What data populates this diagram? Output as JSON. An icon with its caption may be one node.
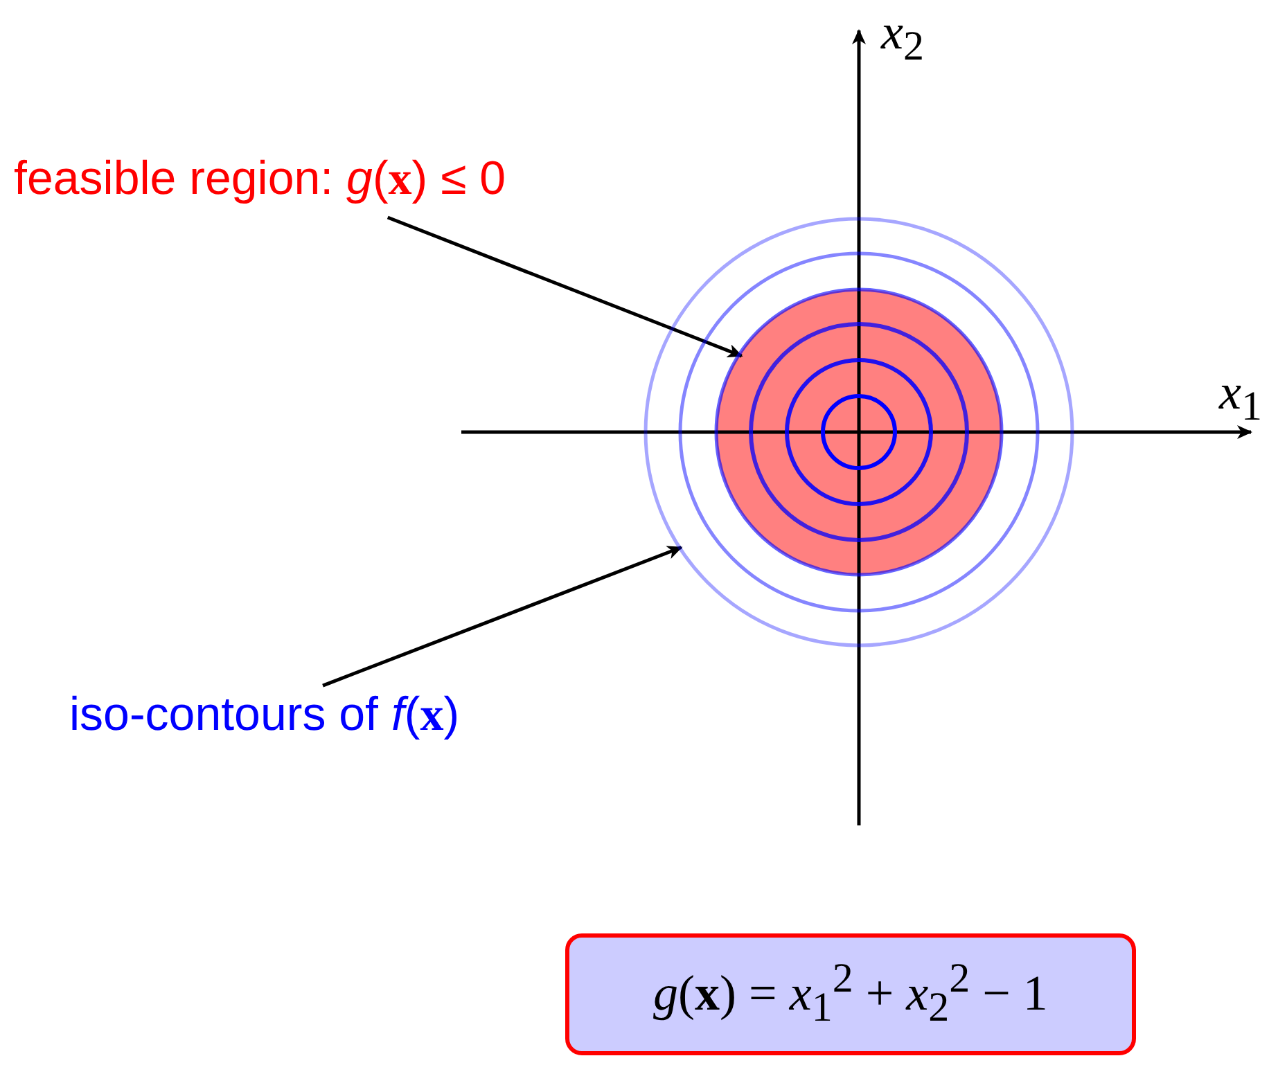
{
  "diagram": {
    "nodes": [
      {
        "text": [
          "feasible region: *g*(**x**) ≤ 0"
        ]
      },
      {
        "text": [],
        "shape": "circle",
        "in": 3
      },
      {
        "text": [
          "iso-contours of *f*(**x**)"
        ]
      },
      {
        "text": [],
        "shape": "circle"
      },
      {
        "text": [
          "*g*(**x**) = *x*$_{1}$$^{2}$ + *x*$_{2}$$^{2}$ − 1"
        ]
      }
    ],
    "edges": [
      {
        "from": 0,
        "to": 1,
        "arrow": "to"
      },
      {
        "from": 2,
        "to": 3,
        "arrow": "to"
      }
    ],
    "labels": [
      "*x*$_{1}$",
      "*x*$_{2}$"
    ]
  }
}
